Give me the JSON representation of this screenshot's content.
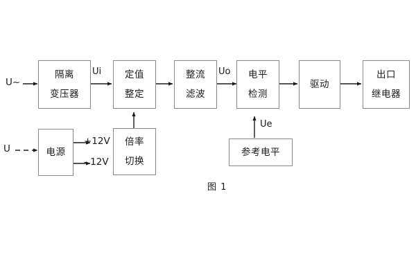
{
  "figure": {
    "caption": "图 1",
    "accent_color": "#1b1b1b",
    "box_border_color": "#8a8a8a",
    "background": "#ffffff"
  },
  "blocks": [
    {
      "id": "isolation-transformer",
      "lines": [
        "隔离",
        "变压器"
      ]
    },
    {
      "id": "setting-value",
      "lines": [
        "定值",
        "整定"
      ]
    },
    {
      "id": "rectify-filter",
      "lines": [
        "整流",
        "滤波"
      ]
    },
    {
      "id": "level-detection",
      "lines": [
        "电平",
        "检测"
      ]
    },
    {
      "id": "drive",
      "lines": [
        "驱动"
      ]
    },
    {
      "id": "output-relay",
      "lines": [
        "出口",
        "继电器"
      ]
    },
    {
      "id": "power-supply",
      "lines": [
        "电源"
      ]
    },
    {
      "id": "multiplier-switch",
      "lines": [
        "倍率",
        "切换"
      ]
    },
    {
      "id": "reference-level",
      "lines": [
        "参考电平"
      ]
    }
  ],
  "labels": {
    "input_ac": "U~",
    "input_dc": "U",
    "signal_ui": "Ui",
    "signal_uo": "Uo",
    "signal_ue": "Ue",
    "rail_positive": "+12V",
    "rail_negative": "- 12V"
  }
}
